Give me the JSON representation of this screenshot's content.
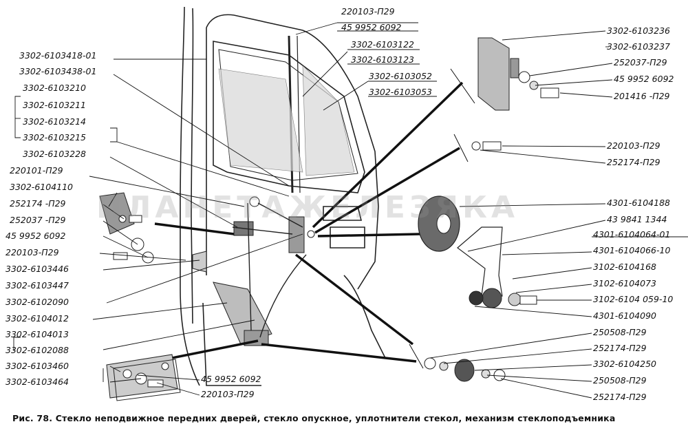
{
  "watermark": "ПЛАНЕТАЖЕЛЕЗЯКА",
  "caption": "Рис. 78. Стекло неподвижное передних дверей, стекло опускное, уплотнители стекол, механизм стеклоподъемника",
  "labels": [
    "220103-П29",
    "45 9952 6092",
    "3302-6103122",
    "3302-6103123",
    "3302-6103052",
    "3302-6103053",
    "3302-6103418-01",
    "3302-6103438-01",
    "3302-6103210",
    "3302-6103211",
    "3302-6103214",
    "3302-6103215",
    "3302-6103228",
    "220101-П29",
    "3302-6104110",
    "252174 -П29",
    "252037 -П29",
    "45 9952 6092",
    "220103-П29",
    "3302-6103446",
    "3302-6103447",
    "3302-6102090",
    "3302-6104012",
    "3302-6104013",
    "3302-6102088",
    "3302-6103460",
    "3302-6103464",
    "45 9952 6092",
    "220103-П29",
    "3302-6103236",
    "3302-6103237",
    "252037-П29",
    "45 9952 6092",
    "201416 -П29",
    "220103-П29",
    "252174-П29",
    "4301-6104188",
    "43 9841 1344",
    "4301-6104064-01",
    "4301-6104066-10",
    "3102-6104168",
    "3102-6104073",
    "3102-6104 059-10",
    "4301-6104090",
    "250508-П29",
    "252174-П29",
    "3302-6104250",
    "250508-П29",
    "252174-П29"
  ]
}
